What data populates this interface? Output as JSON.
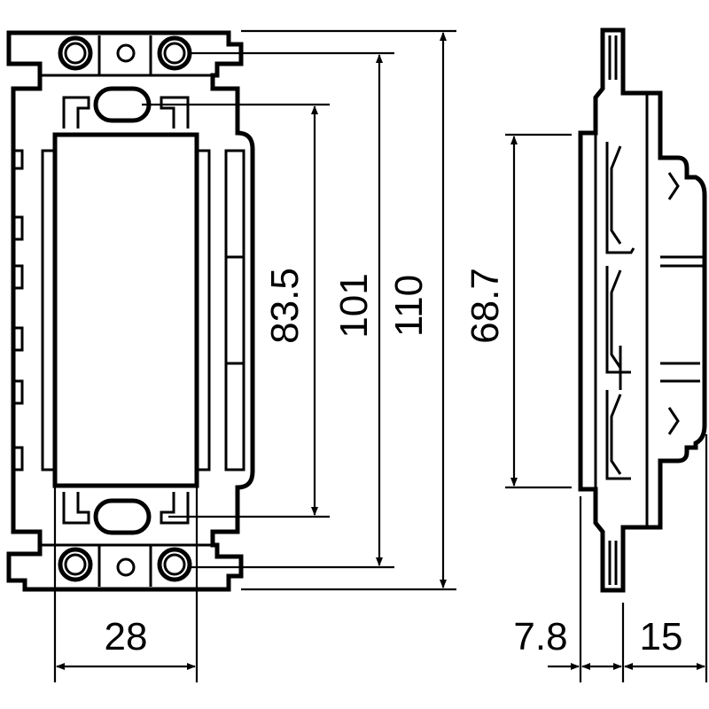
{
  "drawing": {
    "front_view": {
      "dimensions": {
        "width": "28",
        "inner_height": "83.5",
        "screw_pitch": "101",
        "overall_height": "110"
      }
    },
    "side_view": {
      "dimensions": {
        "height": "68.7",
        "front_depth": "7.8",
        "rear_depth": "15"
      }
    },
    "colors": {
      "line": "#000000",
      "background": "#ffffff"
    }
  }
}
